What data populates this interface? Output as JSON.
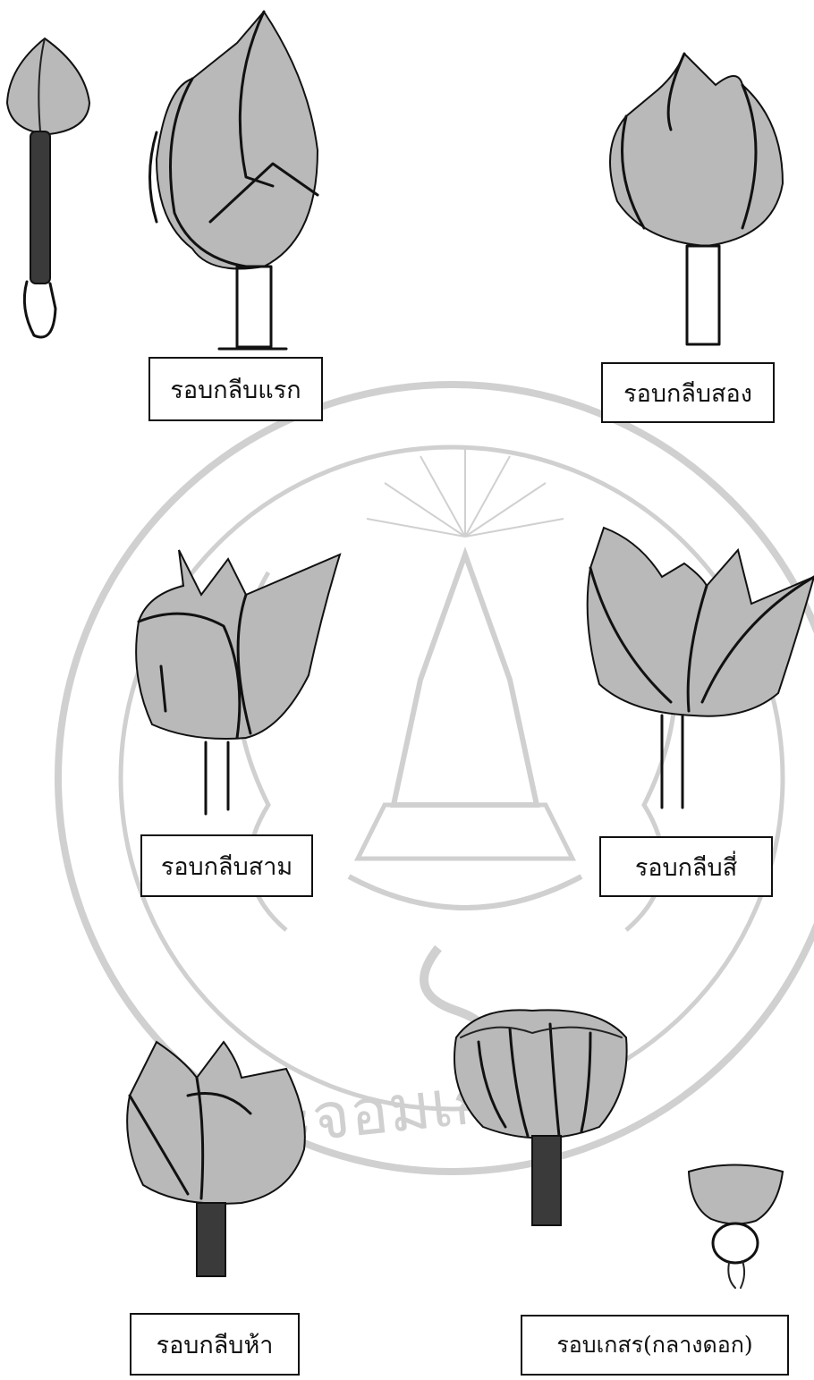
{
  "labels": {
    "first_layer": "รอบกลีบแรก",
    "second_layer": "รอบกลีบสอง",
    "third_layer": "รอบกลีบสาม",
    "fourth_layer": "รอบกลีบสี่",
    "fifth_layer": "รอบกลีบห้า",
    "stamen_layer": "รอบเกสร(กลางดอก)"
  },
  "watermark": {
    "text": "ะจอมเกล"
  }
}
